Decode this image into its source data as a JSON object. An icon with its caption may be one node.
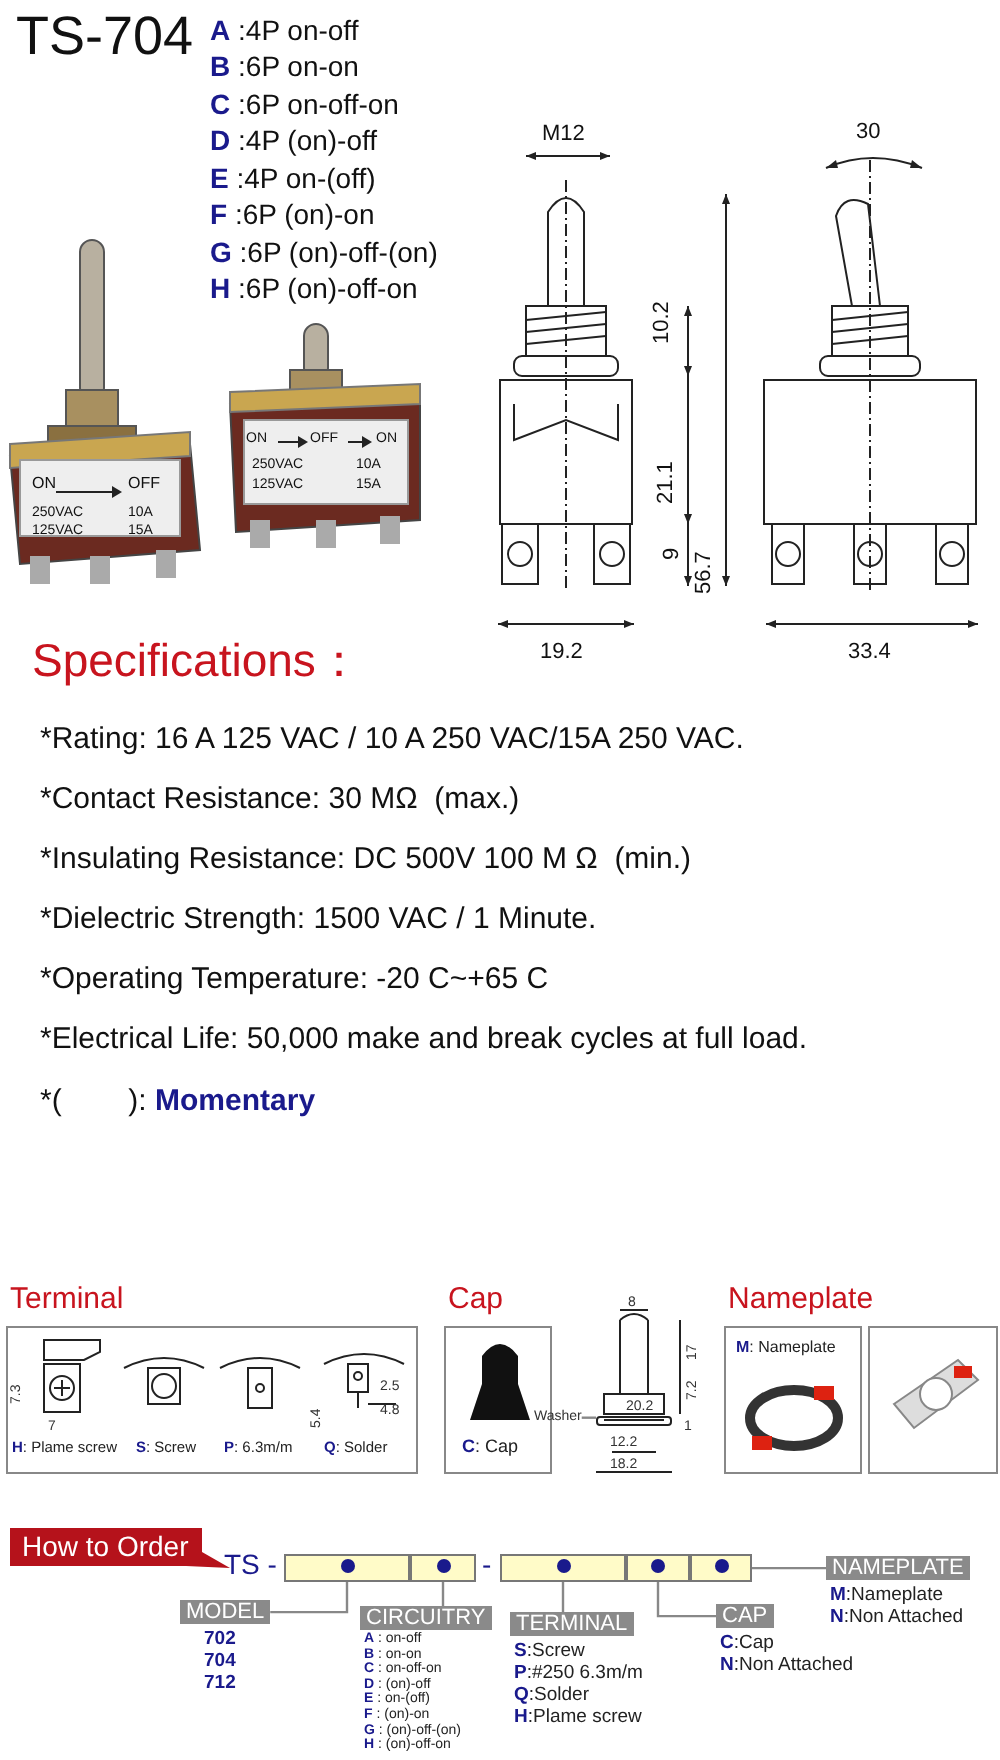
{
  "diagram": {
    "title": "TS-704",
    "nodes": [
      {
        "text": [
          "Terminal",
          "**H**: Plame screw",
          "**S**: Screw",
          "**P**: 6.3m/m",
          "**Q**: Solder"
        ]
      },
      {
        "text": [
          "Cap",
          "**C**: Cap"
        ]
      },
      {
        "text": [
          "Nameplate",
          "**M**: Nameplate"
        ]
      },
      {
        "text": [],
        "shape": "box"
      },
      {
        "text": [
          "How to Order"
        ]
      },
      {
        "text": [],
        "shape": "box"
      },
      {
        "text": [],
        "shape": "box"
      },
      {
        "text": [],
        "shape": "box"
      },
      {
        "text": [],
        "shape": "box"
      },
      {
        "text": [],
        "shape": "box"
      },
      {
        "text": [
          "MODEL"
        ],
        "beside": [
          "702",
          "704",
          "712"
        ]
      },
      {
        "text": [
          "CIRCUITRY"
        ],
        "beside": [
          "**A** : on-off",
          "**B** : on-on",
          "**C** : on-off-on",
          "**D** : (on)-off",
          "**E** : on-(off)",
          "**F** : (on)-on",
          "**G** : (on)-off-(on)",
          "**H** : (on)-off-on"
        ]
      },
      {
        "text": [
          "TERMINAL"
        ],
        "beside": [
          "**S**:Screw",
          "**P**:#250 6.3m/m",
          "**Q**:Solder",
          "**H**:Plame screw"
        ]
      },
      {
        "text": [
          "CAP"
        ],
        "beside": [
          "**C**:Cap",
          "**N**:Non Attached"
        ]
      },
      {
        "text": [
          "NAMEPLATE"
        ],
        "beside": [
          "**M**:Nameplate",
          "**N**:Non Attached"
        ]
      },
      {
        "text": [
          "Washer"
        ]
      },
      {
        "text": [],
        "shape": "bar"
      }
    ],
    "edges": [
      {
        "from": 10,
        "to": 5,
        "arrow": "none"
      },
      {
        "from": 11,
        "to": 6,
        "arrow": "none"
      },
      {
        "from": 12,
        "to": 7,
        "arrow": "none"
      },
      {
        "from": 13,
        "to": 8,
        "arrow": "none"
      },
      {
        "from": 14,
        "to": 9,
        "arrow": "none"
      },
      {
        "from": 15,
        "to": 16,
        "arrow": "none"
      }
    ],
    "labels": [
      "**A** :4P on-off",
      "**B** :6P on-on",
      "**C** :6P on-off-on",
      "**D** :4P (on)-off",
      "**E** :4P on-(off)",
      "**F** :6P (on)-on",
      "**G** :6P (on)-off-(on)",
      "**H** :6P (on)-off-on",
      "ON",
      "OFF",
      "250VAC",
      "125VAC",
      "10A",
      "15A",
      "ON",
      "OFF",
      "ON",
      "250VAC",
      "125VAC",
      "10A",
      "15A",
      "M12",
      "10.2",
      "56.7",
      "21.1",
      "9",
      "19.2",
      "30",
      "33.4",
      "Specifications：",
      "*Rating: 16 A 125 VAC / 10 A 250 VAC/15A 250 VAC.",
      "*Contact Resistance: 30 MΩ  (max.)",
      "*Insulating Resistance: DC 500V 100 M Ω  (min.)",
      "*Dielectric Strength: 1500 VAC / 1 Minute.",
      "*Operating Temperature: -20 C~+65 C",
      "*Electrical Life: 50,000 make and break cycles at full load.",
      "*(        ): **Momentary**",
      "7.3",
      "7",
      "5.4",
      "2.5",
      "4.8",
      "8",
      "17",
      "7.2",
      "20.2",
      "1",
      "12.2",
      "18.2",
      "TS -",
      "-"
    ]
  }
}
